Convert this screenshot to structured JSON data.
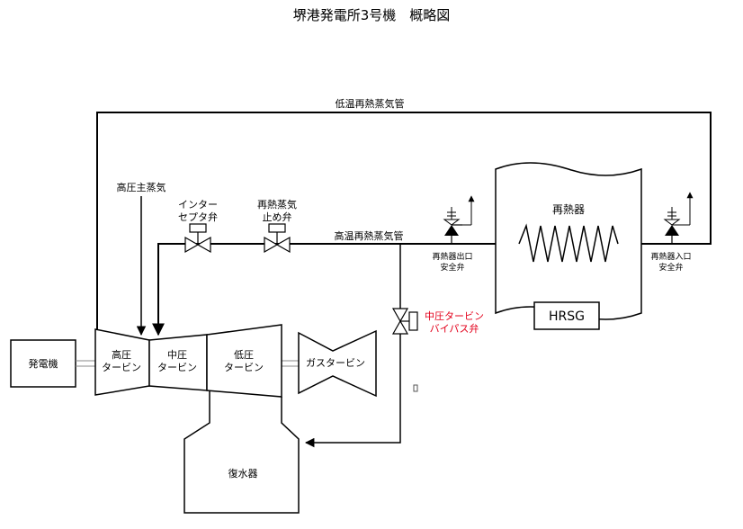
{
  "title": "堺港発電所3号機　概略図",
  "pipes": {
    "low_temp_reheat": "低温再熱蒸気管",
    "high_temp_reheat": "高温再熱蒸気管",
    "hp_main_steam": "高圧主蒸気"
  },
  "valves": {
    "intercept_l1": "インター",
    "intercept_l2": "セプタ弁",
    "reheat_stop_l1": "再熱蒸気",
    "reheat_stop_l2": "止め弁",
    "reheater_outlet_l1": "再熱器出口",
    "reheater_outlet_l2": "安全弁",
    "reheater_inlet_l1": "再熱器入口",
    "reheater_inlet_l2": "安全弁",
    "ip_bypass_l1": "中圧タービン",
    "ip_bypass_l2": "バイパス弁"
  },
  "equipment": {
    "generator": "発電機",
    "hp_turbine_l1": "高圧",
    "hp_turbine_l2": "タービン",
    "ip_turbine_l1": "中圧",
    "ip_turbine_l2": "タービン",
    "lp_turbine_l1": "低圧",
    "lp_turbine_l2": "タービン",
    "gas_turbine": "ガスタービン",
    "condenser": "復水器",
    "reheater": "再熱器",
    "hrsg": "HRSG"
  },
  "colors": {
    "line": "#000000",
    "shaft": "#c0c0c0",
    "highlight": "#e3001b"
  }
}
